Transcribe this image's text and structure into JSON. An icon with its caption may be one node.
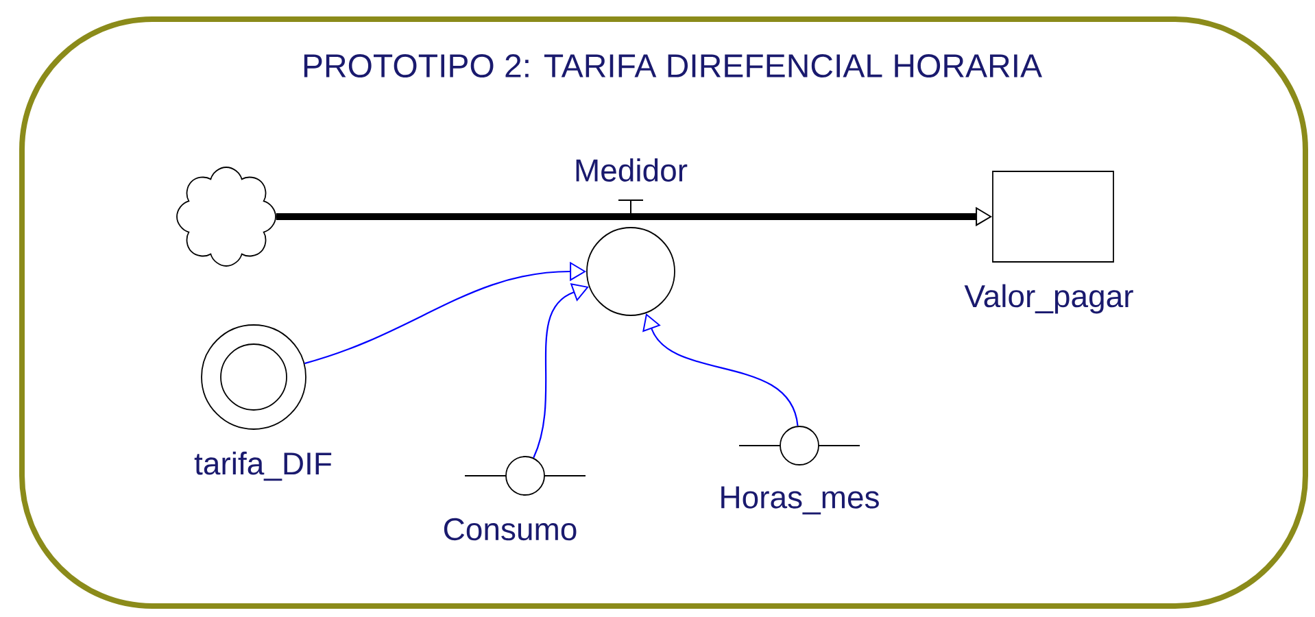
{
  "diagram": {
    "nodes": [
      {
        "text": [
          "PROTOTIPO 2: TARIFA DIREFENCIAL HORARIA"
        ]
      },
      {
        "text": [],
        "shape": "cloud",
        "in": 0
      },
      {
        "text": [
          "Medidor"
        ],
        "in": 0
      },
      {
        "text": [
          "Valor_pagar"
        ],
        "in": 0
      },
      {
        "text": [
          "tarifa_DIF"
        ],
        "in": 0
      },
      {
        "text": [
          "Consumo"
        ],
        "in": 0
      },
      {
        "text": [
          "Horas_mes"
        ],
        "in": 0
      }
    ],
    "edges": [
      {
        "from": 1,
        "to": 3,
        "arrow": "to",
        "style": "thick",
        "color": "#000000"
      },
      {
        "from": 4,
        "to": 2,
        "arrow": "to"
      },
      {
        "from": 5,
        "to": 2,
        "arrow": "to"
      },
      {
        "from": 6,
        "to": 2,
        "arrow": "to"
      }
    ]
  }
}
